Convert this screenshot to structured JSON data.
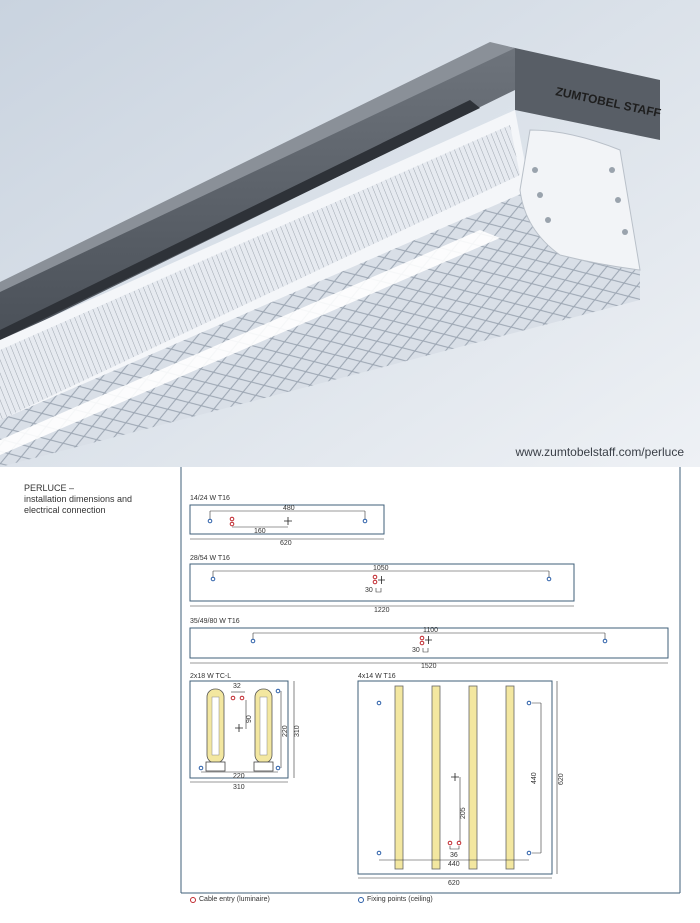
{
  "photo": {
    "brand": "ZUMTOBEL STAFF",
    "url": "www.zumtobelstaff.com/perluce"
  },
  "section": {
    "title": "PERLUCE –\ninstallation dimensions and\nelectrical connection"
  },
  "diagrams": {
    "d1": {
      "label": "14/24 W T16",
      "inner": "480",
      "offset": "160",
      "outer": "620"
    },
    "d2": {
      "label": "28/54 W T16",
      "inner": "1050",
      "offset": "30",
      "outer": "1220"
    },
    "d3": {
      "label": "35/49/80 W T16",
      "inner": "1100",
      "offset": "30",
      "outer": "1520"
    },
    "d4": {
      "label": "2x18 W TC-L",
      "top": "32",
      "vert": "90",
      "inner_h": "220",
      "outer_h": "310",
      "inner_w": "220",
      "outer_w": "310"
    },
    "d5": {
      "label": "4x14 W T16",
      "inner_h": "440",
      "outer_h": "620",
      "vert": "205",
      "small": "36",
      "inner_w": "440",
      "outer_w": "620"
    }
  },
  "legend": {
    "cable": "Cable entry (luminaire)",
    "fixing": "Fixing points (ceiling)"
  },
  "colors": {
    "cable_entry": "#c0272d",
    "fixing_point": "#2a5ea8",
    "frame": "#3f5f7a",
    "lamp": "#f3e7a0"
  }
}
